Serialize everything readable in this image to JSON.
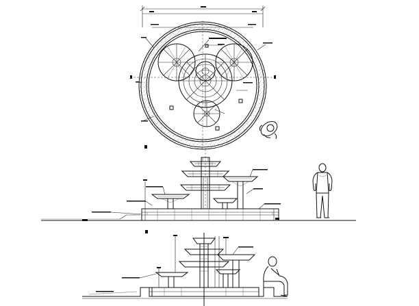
{
  "drawing": {
    "views": [
      "plan",
      "front-elevation",
      "section"
    ],
    "plan": {
      "tiers": 4,
      "planter_ring": true
    },
    "elevation": {
      "tiers": 5,
      "figure": "standing-person"
    },
    "section": {
      "figure": "seated-person"
    }
  },
  "legend": {
    "line_color": "#111111",
    "background": "#ffffff"
  }
}
